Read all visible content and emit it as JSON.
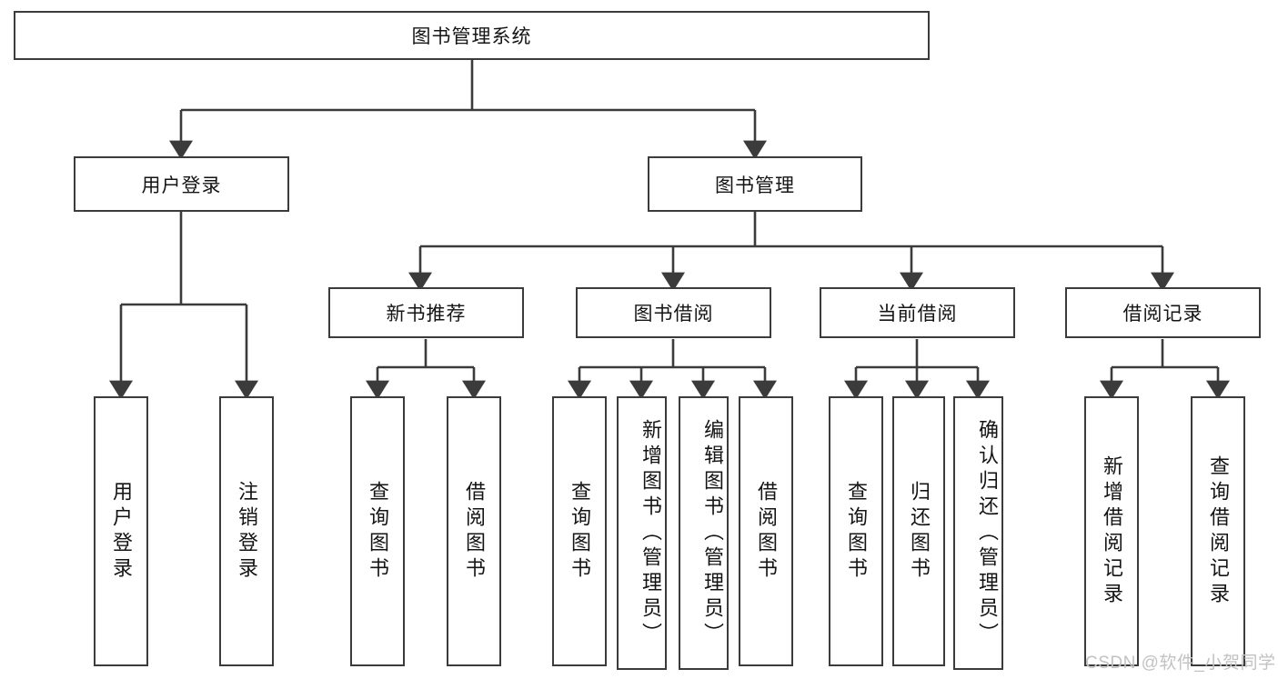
{
  "diagram": {
    "title": "图书管理系统",
    "type": "system-function-tree",
    "colors": {
      "background": "#ffffff",
      "border": "#3b3b3b",
      "text": "#141414",
      "watermark": "#c2c2c2"
    },
    "root": {
      "label": "图书管理系统"
    },
    "level2": [
      {
        "label": "用户登录"
      },
      {
        "label": "图书管理"
      }
    ],
    "level3": [
      {
        "label": "新书推荐"
      },
      {
        "label": "图书借阅"
      },
      {
        "label": "当前借阅"
      },
      {
        "label": "借阅记录"
      }
    ],
    "leaves": {
      "user_login": [
        {
          "label": "用户登录"
        },
        {
          "label": "注销登录"
        }
      ],
      "new_book_recommend": [
        {
          "label": "查询图书"
        },
        {
          "label": "借阅图书"
        }
      ],
      "book_borrow": [
        {
          "label": "查询图书"
        },
        {
          "label": "新增图书（管理员）"
        },
        {
          "label": "编辑图书（管理员）"
        },
        {
          "label": "借阅图书"
        }
      ],
      "current_borrow": [
        {
          "label": "查询图书"
        },
        {
          "label": "归还图书"
        },
        {
          "label": "确认归还（管理员）"
        }
      ],
      "borrow_record": [
        {
          "label": "新增借阅记录"
        },
        {
          "label": "查询借阅记录"
        }
      ]
    }
  },
  "watermark": {
    "text": "CSDN @软件_小贺同学"
  }
}
